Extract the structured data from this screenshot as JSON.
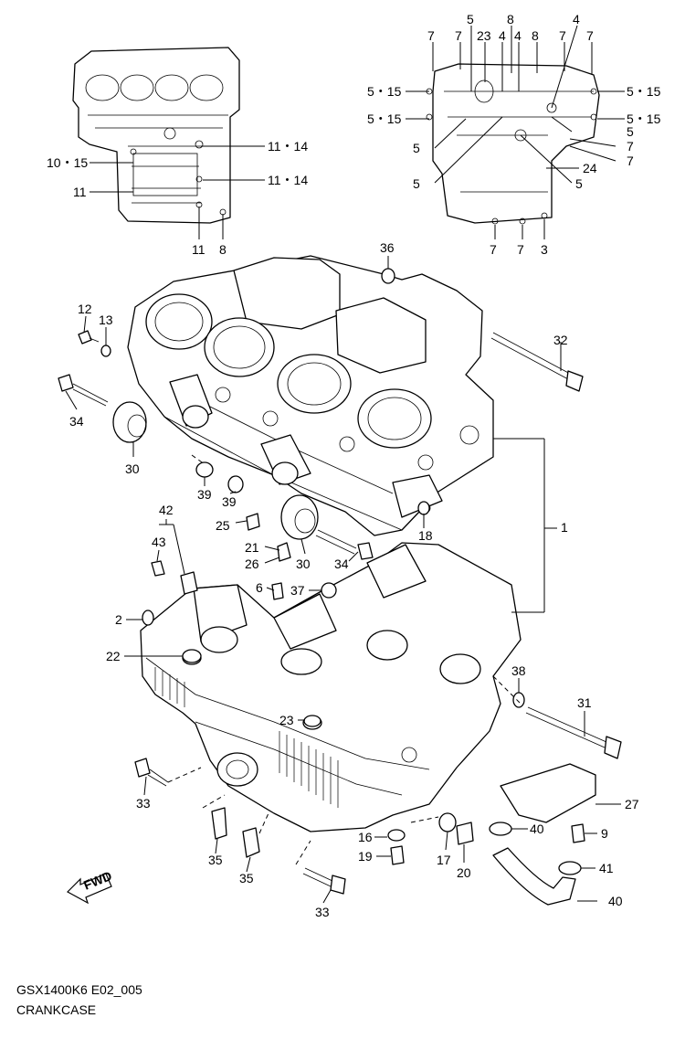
{
  "diagram": {
    "caption_model": "GSX1400K6 E02_005",
    "caption_title": "CRANKCASE",
    "fwd_label": "FWD"
  },
  "callouts": [
    {
      "id": "c1",
      "text": "1"
    },
    {
      "id": "c2",
      "text": "2"
    },
    {
      "id": "c3",
      "text": "3"
    },
    {
      "id": "c4a",
      "text": "4"
    },
    {
      "id": "c4b",
      "text": "4"
    },
    {
      "id": "c4c",
      "text": "4"
    },
    {
      "id": "c5a",
      "text": "5"
    },
    {
      "id": "c5b",
      "text": "5"
    },
    {
      "id": "c5c",
      "text": "5"
    },
    {
      "id": "c5d",
      "text": "5"
    },
    {
      "id": "c5e",
      "text": "5"
    },
    {
      "id": "c515a",
      "text": "5・15"
    },
    {
      "id": "c515b",
      "text": "5・15"
    },
    {
      "id": "c515c",
      "text": "5・15"
    },
    {
      "id": "c515d",
      "text": "5・15"
    },
    {
      "id": "c6",
      "text": "6"
    },
    {
      "id": "c7a",
      "text": "7"
    },
    {
      "id": "c7b",
      "text": "7"
    },
    {
      "id": "c7c",
      "text": "7"
    },
    {
      "id": "c7d",
      "text": "7"
    },
    {
      "id": "c7e",
      "text": "7"
    },
    {
      "id": "c7f",
      "text": "7"
    },
    {
      "id": "c7g",
      "text": "7"
    },
    {
      "id": "c7h",
      "text": "7"
    },
    {
      "id": "c8a",
      "text": "8"
    },
    {
      "id": "c8b",
      "text": "8"
    },
    {
      "id": "c8c",
      "text": "8"
    },
    {
      "id": "c9",
      "text": "9"
    },
    {
      "id": "c1015",
      "text": "10・15"
    },
    {
      "id": "c11a",
      "text": "11"
    },
    {
      "id": "c11b",
      "text": "11"
    },
    {
      "id": "c1114a",
      "text": "11・14"
    },
    {
      "id": "c1114b",
      "text": "11・14"
    },
    {
      "id": "c12",
      "text": "12"
    },
    {
      "id": "c13",
      "text": "13"
    },
    {
      "id": "c16",
      "text": "16"
    },
    {
      "id": "c17",
      "text": "17"
    },
    {
      "id": "c18",
      "text": "18"
    },
    {
      "id": "c19",
      "text": "19"
    },
    {
      "id": "c20",
      "text": "20"
    },
    {
      "id": "c21",
      "text": "21"
    },
    {
      "id": "c22",
      "text": "22"
    },
    {
      "id": "c23a",
      "text": "23"
    },
    {
      "id": "c23b",
      "text": "23"
    },
    {
      "id": "c24",
      "text": "24"
    },
    {
      "id": "c25",
      "text": "25"
    },
    {
      "id": "c26",
      "text": "26"
    },
    {
      "id": "c27",
      "text": "27"
    },
    {
      "id": "c30a",
      "text": "30"
    },
    {
      "id": "c30b",
      "text": "30"
    },
    {
      "id": "c31",
      "text": "31"
    },
    {
      "id": "c32",
      "text": "32"
    },
    {
      "id": "c33a",
      "text": "33"
    },
    {
      "id": "c33b",
      "text": "33"
    },
    {
      "id": "c34a",
      "text": "34"
    },
    {
      "id": "c34b",
      "text": "34"
    },
    {
      "id": "c35a",
      "text": "35"
    },
    {
      "id": "c35b",
      "text": "35"
    },
    {
      "id": "c36",
      "text": "36"
    },
    {
      "id": "c37",
      "text": "37"
    },
    {
      "id": "c38",
      "text": "38"
    },
    {
      "id": "c39a",
      "text": "39"
    },
    {
      "id": "c39b",
      "text": "39"
    },
    {
      "id": "c40a",
      "text": "40"
    },
    {
      "id": "c40b",
      "text": "40"
    },
    {
      "id": "c41",
      "text": "41"
    },
    {
      "id": "c42",
      "text": "42"
    },
    {
      "id": "c43",
      "text": "43"
    }
  ]
}
